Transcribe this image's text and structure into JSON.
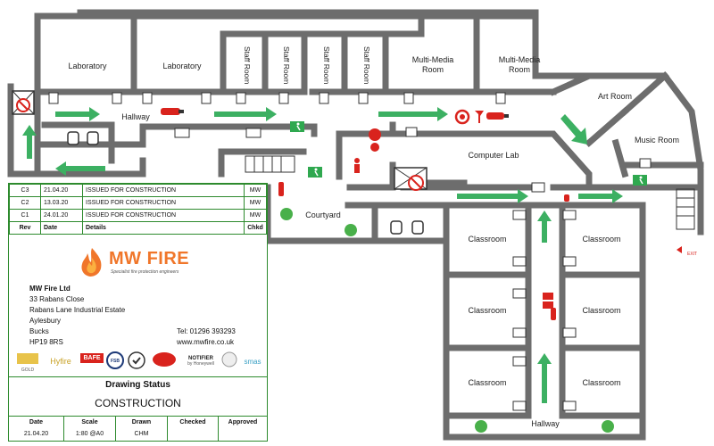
{
  "rooms": {
    "laboratory_1": "Laboratory",
    "laboratory_2": "Laboratory",
    "staff_room": "Staff Room",
    "multi_media_line1": "Multi-Media",
    "multi_media_line2": "Room",
    "art_room": "Art Room",
    "music_room": "Music Room",
    "hallway_top": "Hallway",
    "computer_lab": "Computer Lab",
    "courtyard": "Courtyard",
    "classroom": "Classroom",
    "hallway_bottom": "Hallway"
  },
  "revisions": {
    "rows": [
      {
        "rev": "C3",
        "date": "21.04.20",
        "details": "ISSUED FOR CONSTRUCTION",
        "chkd": "MW"
      },
      {
        "rev": "C2",
        "date": "13.03.20",
        "details": "ISSUED FOR CONSTRUCTION",
        "chkd": "MW"
      },
      {
        "rev": "C1",
        "date": "24.01.20",
        "details": "ISSUED FOR CONSTRUCTION",
        "chkd": "MW"
      }
    ],
    "headers": {
      "rev": "Rev",
      "date": "Date",
      "details": "Details",
      "chkd": "Chkd"
    }
  },
  "company": {
    "logo_name": "MW FIRE",
    "tagline": "Specialist fire protection engineers",
    "name": "MW Fire Ltd",
    "address": [
      "33 Rabans Close",
      "Rabans Lane Industrial Estate",
      "Aylesbury",
      "Bucks",
      "HP19 8RS"
    ],
    "tel": "Tel: 01296 393293",
    "web": "www.mwfire.co.uk",
    "brand_color": "#f0762a"
  },
  "certifications": {
    "gold": "GOLD",
    "hyfire": "Hyfire",
    "bafe": "BAFE",
    "fsb": "FSB",
    "notifier": "NOTIFIER",
    "honeywell": "by Honeywell",
    "smas": "smas"
  },
  "drawing_status": {
    "title": "Drawing Status",
    "value": "CONSTRUCTION"
  },
  "footer": {
    "headers": [
      "Date",
      "Scale",
      "Drawn",
      "Checked",
      "Approved"
    ],
    "values": [
      "21.04.20",
      "1:80 @A0",
      "CHM",
      "",
      ""
    ]
  },
  "colors": {
    "wall": "#6d6d6d",
    "arrow": "#3cb062",
    "alarm_red": "#d9231d",
    "exit_green": "#2fa84f"
  }
}
